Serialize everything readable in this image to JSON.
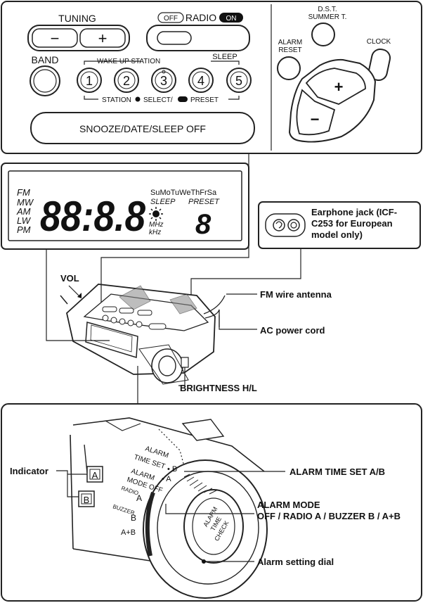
{
  "panel": {
    "tuning": "TUNING",
    "minus": "−",
    "plus": "+",
    "off_badge": "OFF",
    "radio": "RADIO",
    "on_badge": "ON",
    "band": "BAND",
    "wake_up_station": "WAKE UP STATION",
    "sleep": "SLEEP",
    "presets": [
      "1",
      "2",
      "3",
      "4",
      "5"
    ],
    "station_select": "STATION",
    "select": "SELECT/",
    "preset": "PRESET",
    "snooze": "SNOOZE/DATE/SLEEP  OFF",
    "dst_line1": "D.S.T.",
    "dst_line2": "SUMMER  T.",
    "alarm_reset_line1": "ALARM",
    "alarm_reset_line2": "RESET",
    "clock": "CLOCK",
    "dial_plus": "+",
    "dial_minus": "−"
  },
  "display": {
    "bands": [
      "FM",
      "MW",
      "AM",
      "LW",
      "PM"
    ],
    "digits": "88:8.8",
    "days": "SuMoTuWeThFrSa",
    "sleep": "SLEEP",
    "preset": "PRESET",
    "mhz": "MHz",
    "khz": "kHz",
    "preset_digit": "8"
  },
  "callouts": {
    "earphone_jack": [
      "Earphone jack (ICF-",
      "C253 for European",
      "model only)"
    ],
    "vol": "VOL",
    "fm_antenna": "FM wire antenna",
    "ac_cord": "AC power cord",
    "brightness": "BRIGHTNESS H/L"
  },
  "detail": {
    "indicator": "Indicator",
    "indicator_a": "A",
    "indicator_b": "B",
    "alarm_time_set_label": "ALARM TIME SET A/B",
    "alarm_mode_label_line1": "ALARM MODE",
    "alarm_mode_label_line2": "OFF / RADIO A / BUZZER B / A+B",
    "alarm_setting_dial": "Alarm setting dial",
    "dial_alarm": "ALARM",
    "dial_time_set": "TIME SET",
    "dial_b": "• B",
    "dial_a": "• A",
    "dial_alarm_mode": "ALARM",
    "dial_mode_off": "MODE OFF",
    "dial_radio": "RADIO",
    "dial_radio_a": "A",
    "dial_buzzer": "BUZZER",
    "dial_buzzer_b": "B",
    "dial_ab": "A+B",
    "knob_line1": "ALARM",
    "knob_line2": "TIME",
    "knob_line3": "CHECK"
  }
}
